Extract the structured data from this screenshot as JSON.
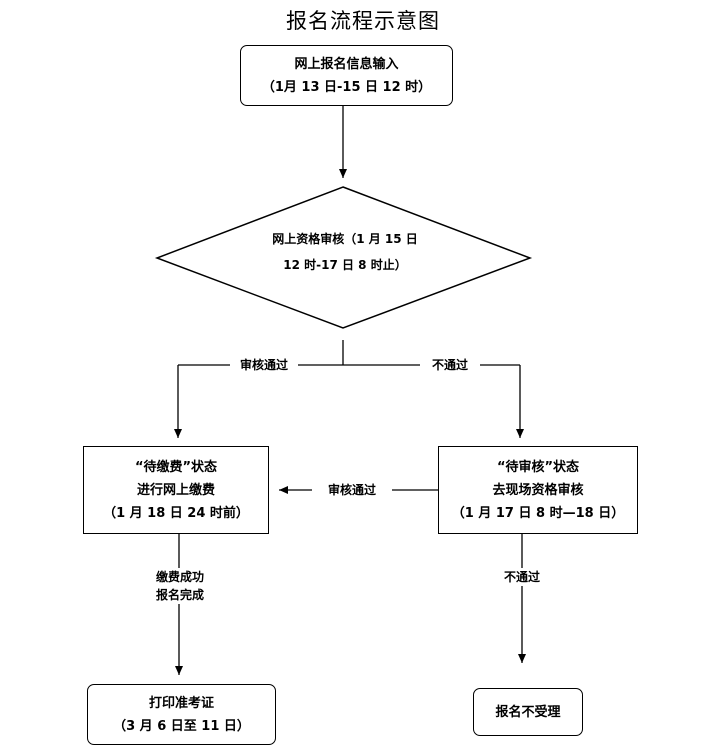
{
  "title": "报名流程示意图",
  "nodes": {
    "input": {
      "line1": "网上报名信息输入",
      "line2": "（1月 13 日-15 日 12 时）"
    },
    "review": {
      "line1": "网上资格审核（1 月 15 日",
      "line2": "12 时-17 日 8 时止）"
    },
    "pending_payment": {
      "line1": "“待缴费”状态",
      "line2": "进行网上缴费",
      "line3": "（1 月 18 日 24 时前）"
    },
    "pending_review": {
      "line1": "“待审核”状态",
      "line2": "去现场资格审核",
      "line3": "（1 月 17 日 8 时—18 日）"
    },
    "print_ticket": {
      "line1": "打印准考证",
      "line2": "（3 月 6 日至 11 日）"
    },
    "rejected": {
      "line1": "报名不受理"
    }
  },
  "edges": {
    "review_pass": "审核通过",
    "review_fail": "不通过",
    "onsite_pass": "审核通过",
    "payment_done": {
      "line1": "缴费成功",
      "line2": "报名完成"
    },
    "onsite_fail": "不通过"
  }
}
